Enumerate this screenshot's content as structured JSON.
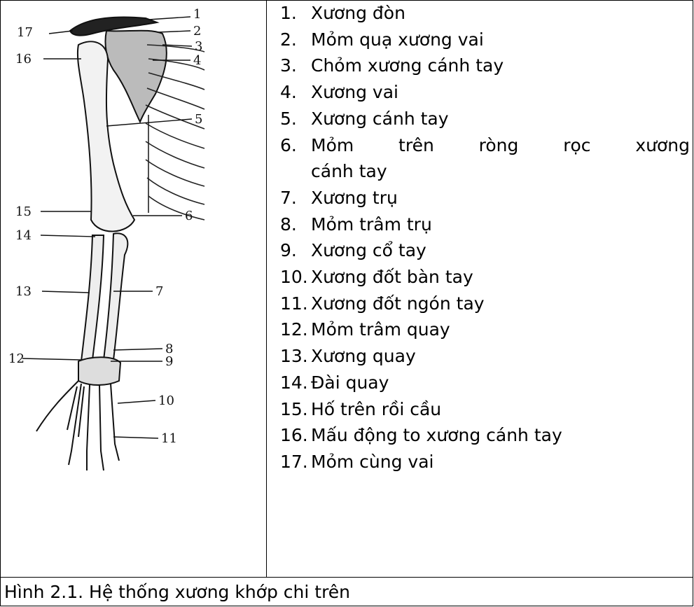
{
  "legend": [
    {
      "num": "1.",
      "text": "Xương đòn"
    },
    {
      "num": "2.",
      "text": "Mỏm quạ xương vai"
    },
    {
      "num": "3.",
      "text": "Chỏm xương cánh tay"
    },
    {
      "num": "4.",
      "text": "Xương vai"
    },
    {
      "num": "5.",
      "text": "Xương cánh tay"
    },
    {
      "num": "6.",
      "text": "Mỏm trên ròng rọc xương",
      "continuation": "cánh tay"
    },
    {
      "num": "7.",
      "text": "Xương trụ"
    },
    {
      "num": "8.",
      "text": "Mỏm trâm trụ"
    },
    {
      "num": "9.",
      "text": "Xương cổ tay"
    },
    {
      "num": "10.",
      "text": "Xương đốt bàn tay"
    },
    {
      "num": "11.",
      "text": "Xương đốt ngón tay"
    },
    {
      "num": "12.",
      "text": "Mỏm trâm quay"
    },
    {
      "num": "13.",
      "text": "Xương quay"
    },
    {
      "num": "14.",
      "text": "Đài quay"
    },
    {
      "num": "15.",
      "text": "Hố trên rồi cầu"
    },
    {
      "num": "16.",
      "text": "Mấu động to xương cánh tay"
    },
    {
      "num": "17.",
      "text": "Mỏm cùng vai"
    }
  ],
  "figure_labels": [
    "1",
    "2",
    "3",
    "4",
    "5",
    "6",
    "7",
    "8",
    "9",
    "10",
    "11",
    "12",
    "13",
    "14",
    "15",
    "16",
    "17"
  ],
  "caption": "Hình 2.1. Hệ thống xương khớp chi trên"
}
